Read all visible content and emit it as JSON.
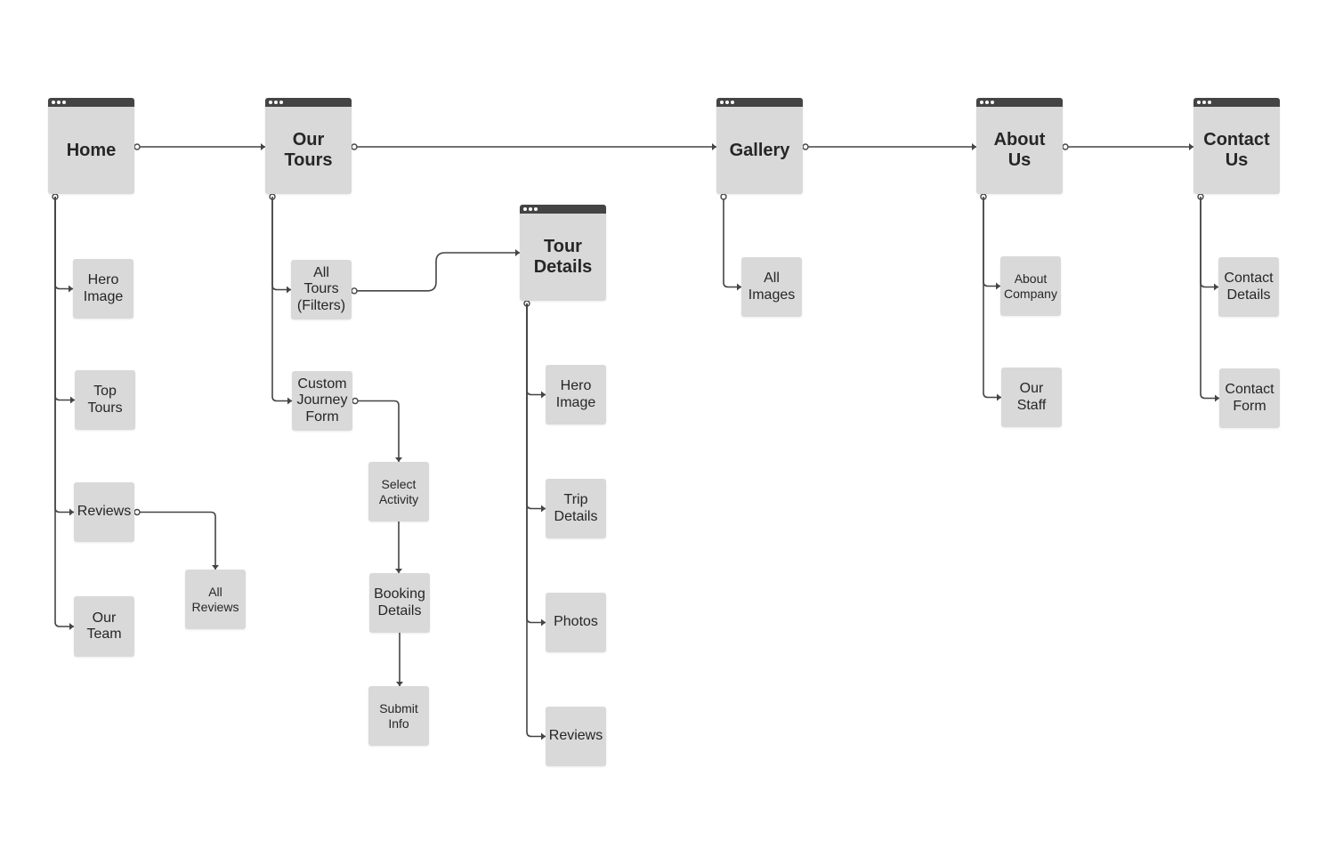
{
  "colors": {
    "node_fill": "#d9d9d9",
    "page_header": "#444444",
    "connector": "#444444",
    "text": "#262626",
    "background": "#ffffff"
  },
  "pages": [
    {
      "id": "home",
      "label": "Home"
    },
    {
      "id": "our-tours",
      "label": "Our\nTours"
    },
    {
      "id": "tour-details",
      "label": "Tour\nDetails"
    },
    {
      "id": "gallery",
      "label": "Gallery"
    },
    {
      "id": "about-us",
      "label": "About\nUs"
    },
    {
      "id": "contact-us",
      "label": "Contact\nUs"
    }
  ],
  "sections": [
    {
      "id": "home-hero-image",
      "label": "Hero\nImage"
    },
    {
      "id": "home-top-tours",
      "label": "Top\nTours"
    },
    {
      "id": "home-reviews",
      "label": "Reviews"
    },
    {
      "id": "home-our-team",
      "label": "Our\nTeam"
    },
    {
      "id": "home-all-reviews",
      "label": "All\nReviews"
    },
    {
      "id": "tours-all-tours",
      "label": "All\nTours\n(Filters)"
    },
    {
      "id": "tours-custom-journey",
      "label": "Custom\nJourney\nForm"
    },
    {
      "id": "select-activity",
      "label": "Select\nActivity"
    },
    {
      "id": "booking-details",
      "label": "Booking\nDetails"
    },
    {
      "id": "submit-info",
      "label": "Submit\nInfo"
    },
    {
      "id": "details-hero-image",
      "label": "Hero\nImage"
    },
    {
      "id": "details-trip-details",
      "label": "Trip\nDetails"
    },
    {
      "id": "details-photos",
      "label": "Photos"
    },
    {
      "id": "details-reviews",
      "label": "Reviews"
    },
    {
      "id": "gallery-all-images",
      "label": "All\nImages"
    },
    {
      "id": "about-company",
      "label": "About\nCompany"
    },
    {
      "id": "about-our-staff",
      "label": "Our\nStaff"
    },
    {
      "id": "contact-details",
      "label": "Contact\nDetails"
    },
    {
      "id": "contact-form",
      "label": "Contact\nForm"
    }
  ],
  "links": [
    {
      "from": "home",
      "to": "our-tours",
      "kind": "horizontal"
    },
    {
      "from": "our-tours",
      "to": "gallery",
      "kind": "horizontal"
    },
    {
      "from": "gallery",
      "to": "about-us",
      "kind": "horizontal"
    },
    {
      "from": "about-us",
      "to": "contact-us",
      "kind": "horizontal"
    },
    {
      "from": "home",
      "to": "home-hero-image",
      "kind": "tree"
    },
    {
      "from": "home",
      "to": "home-top-tours",
      "kind": "tree"
    },
    {
      "from": "home",
      "to": "home-reviews",
      "kind": "tree"
    },
    {
      "from": "home",
      "to": "home-our-team",
      "kind": "tree"
    },
    {
      "from": "home-reviews",
      "to": "home-all-reviews",
      "kind": "elbow-down"
    },
    {
      "from": "our-tours",
      "to": "tours-all-tours",
      "kind": "tree"
    },
    {
      "from": "our-tours",
      "to": "tours-custom-journey",
      "kind": "tree"
    },
    {
      "from": "tours-all-tours",
      "to": "tour-details",
      "kind": "step-right"
    },
    {
      "from": "tours-custom-journey",
      "to": "select-activity",
      "kind": "elbow-down"
    },
    {
      "from": "select-activity",
      "to": "booking-details",
      "kind": "vertical"
    },
    {
      "from": "booking-details",
      "to": "submit-info",
      "kind": "vertical"
    },
    {
      "from": "tour-details",
      "to": "details-hero-image",
      "kind": "tree"
    },
    {
      "from": "tour-details",
      "to": "details-trip-details",
      "kind": "tree"
    },
    {
      "from": "tour-details",
      "to": "details-photos",
      "kind": "tree"
    },
    {
      "from": "tour-details",
      "to": "details-reviews",
      "kind": "tree"
    },
    {
      "from": "gallery",
      "to": "gallery-all-images",
      "kind": "tree"
    },
    {
      "from": "about-us",
      "to": "about-company",
      "kind": "tree"
    },
    {
      "from": "about-us",
      "to": "about-our-staff",
      "kind": "tree"
    },
    {
      "from": "contact-us",
      "to": "contact-details",
      "kind": "tree"
    },
    {
      "from": "contact-us",
      "to": "contact-form",
      "kind": "tree"
    }
  ]
}
